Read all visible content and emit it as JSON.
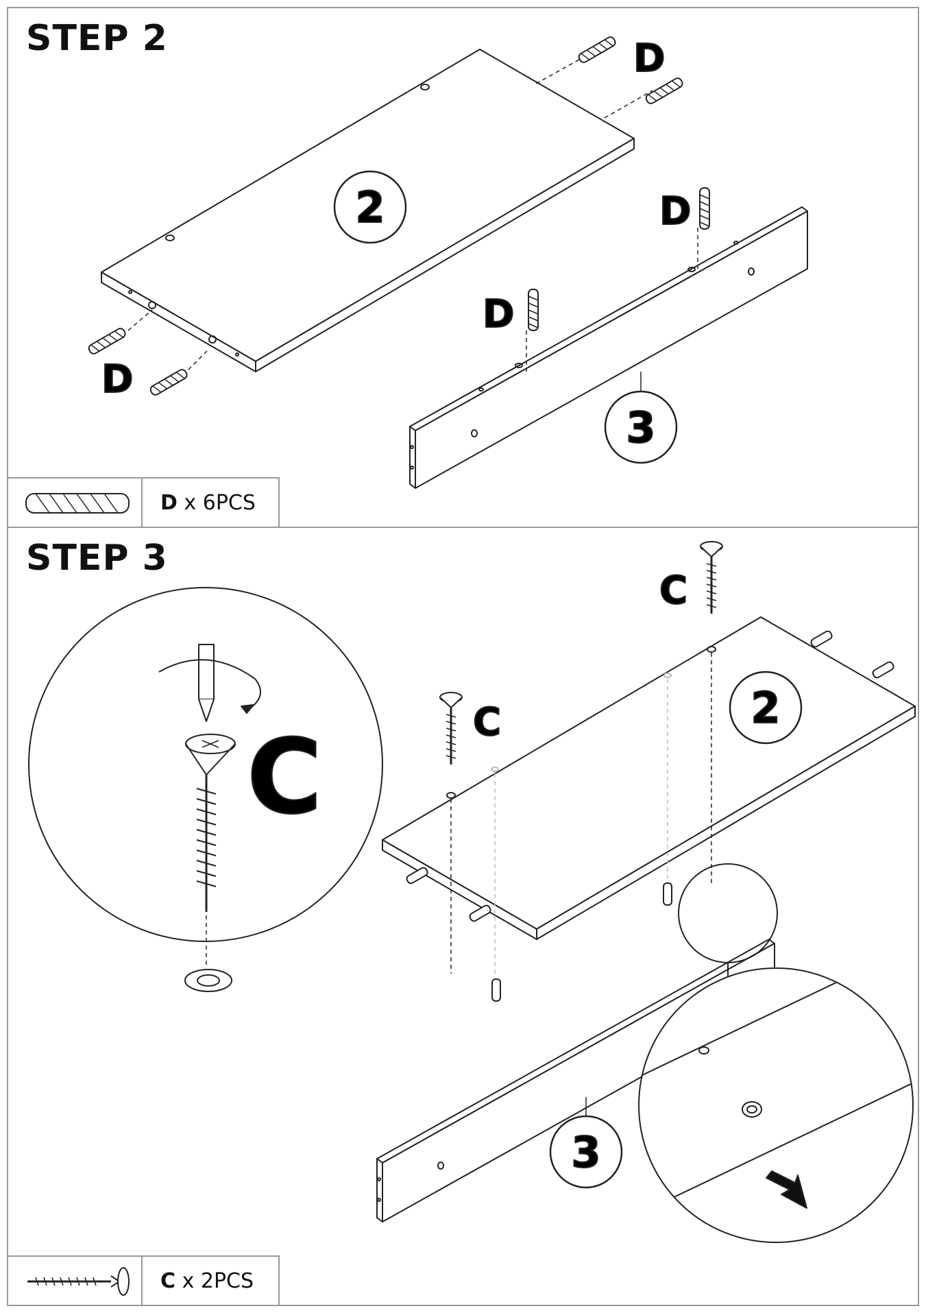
{
  "step2": {
    "title": "STEP 2",
    "panel_numbers": [
      "2",
      "3"
    ],
    "callouts": [
      "D",
      "D",
      "D",
      "D"
    ],
    "legend": {
      "part": "D",
      "qty": "x 6PCS"
    }
  },
  "step3": {
    "title": "STEP 3",
    "panel_numbers": [
      "2",
      "3"
    ],
    "callouts": [
      "C",
      "C"
    ],
    "detail_letter": "C",
    "legend": {
      "part": "C",
      "qty": "x 2PCS"
    }
  }
}
